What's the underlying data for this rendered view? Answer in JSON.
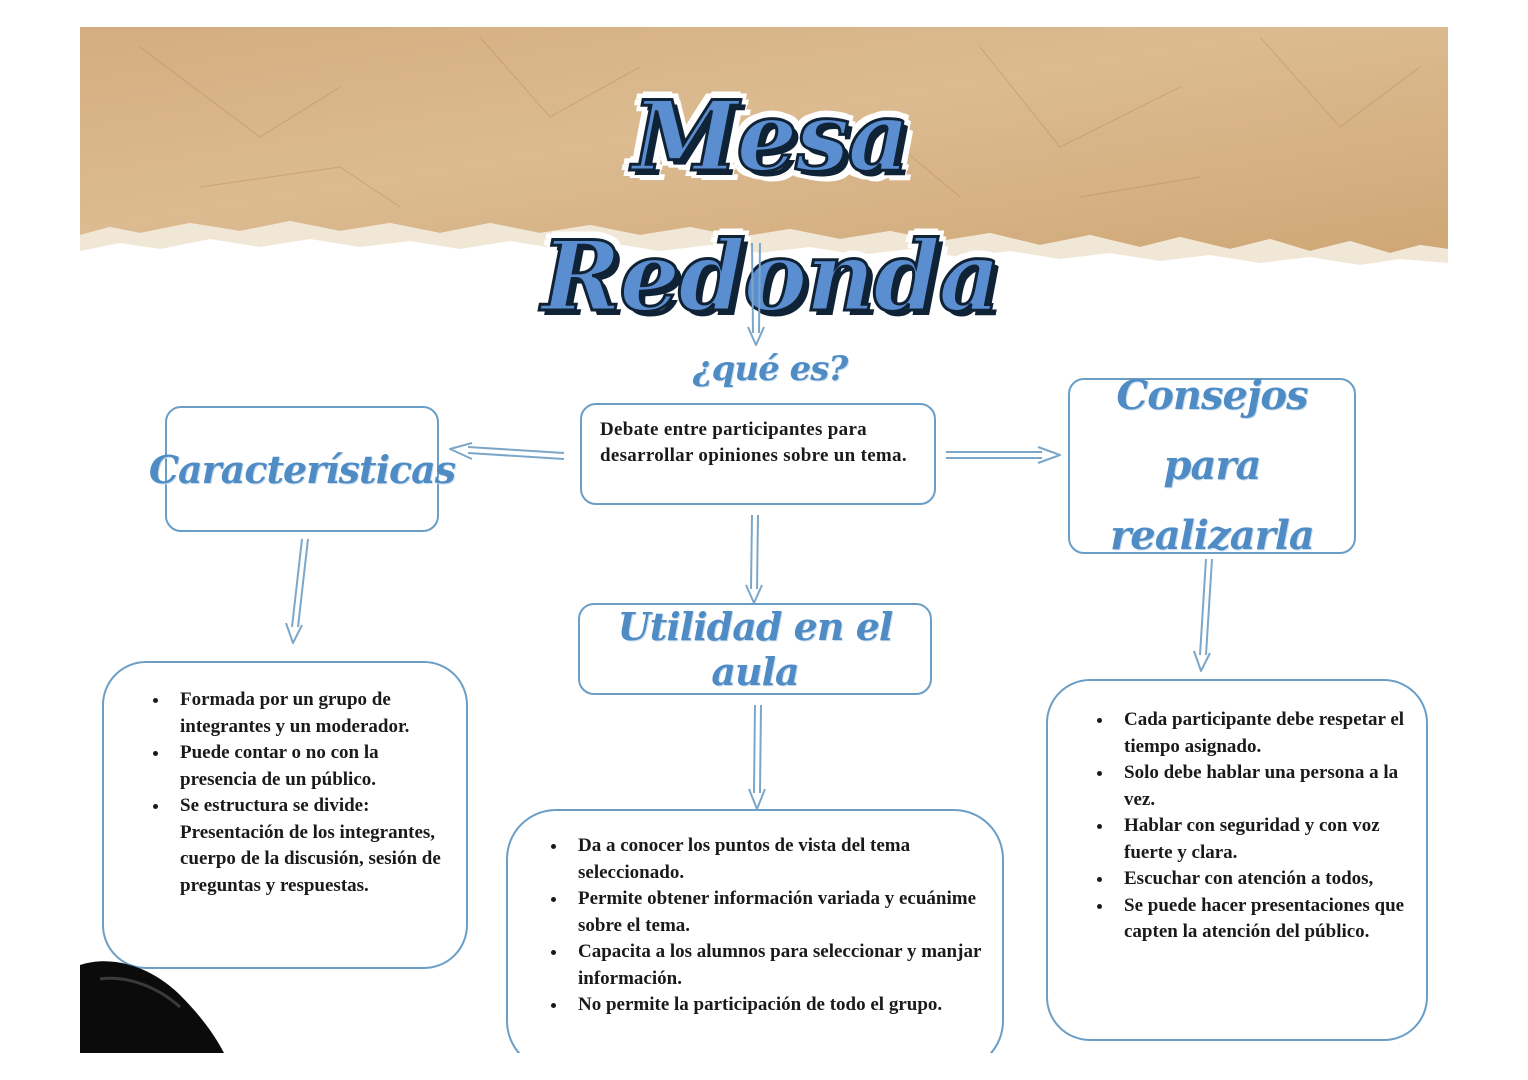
{
  "title": "Mesa Redonda",
  "center": {
    "question": "¿qué es?",
    "definition": "Debate entre participantes para desarrollar opiniones sobre un tema."
  },
  "caracteristicas": {
    "title": "Características",
    "items": [
      "Formada por un grupo de integrantes y un moderador.",
      "Puede contar o no con la presencia de un público.",
      "Se estructura se divide: Presentación de los integrantes, cuerpo de la discusión, sesión de preguntas y respuestas."
    ]
  },
  "utilidad": {
    "title": "Utilidad en el aula",
    "items": [
      "Da a conocer los puntos de vista del tema seleccionado.",
      "Permite obtener información variada y ecuánime sobre el tema.",
      "Capacita a los alumnos para seleccionar y manjar información.",
      "No permite la participación de todo el grupo."
    ]
  },
  "consejos": {
    "title": "Consejos para realizarla",
    "items": [
      "Cada participante debe respetar el tiempo asignado.",
      "Solo debe hablar una persona a la vez.",
      "Hablar con seguridad y con voz fuerte y clara.",
      "Escuchar con atención a todos,",
      "Se puede hacer presentaciones que capten la atención del público."
    ]
  },
  "colors": {
    "accent_blue": "#4f8bc4",
    "box_border": "#6a9ec6",
    "kraft_paper": "#d8b486",
    "text": "#1a1a1a"
  }
}
